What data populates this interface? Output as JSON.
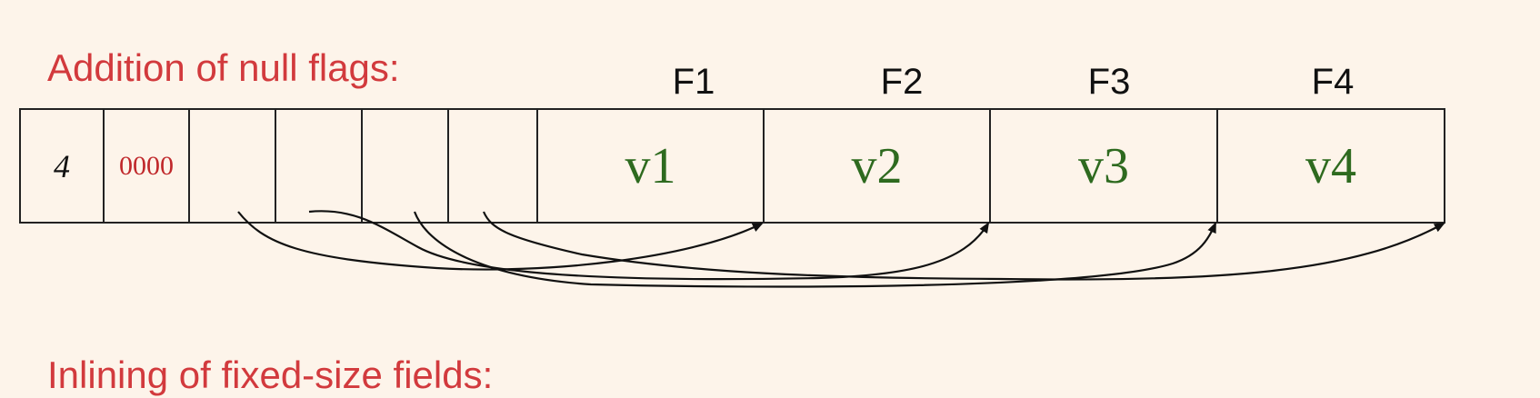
{
  "section_1_heading": "Addition of null flags:",
  "section_2_heading": "Inlining of fixed-size fields:",
  "record": {
    "count_value": "4",
    "null_flags_value": "0000",
    "field_labels": [
      "F1",
      "F2",
      "F3",
      "F4"
    ],
    "field_values": [
      "v1",
      "v2",
      "v3",
      "v4"
    ]
  },
  "colors": {
    "background": "#fdf4ea",
    "heading": "#d23a3d",
    "value_text": "#2e6a1f",
    "flags_text": "#c0282b"
  }
}
